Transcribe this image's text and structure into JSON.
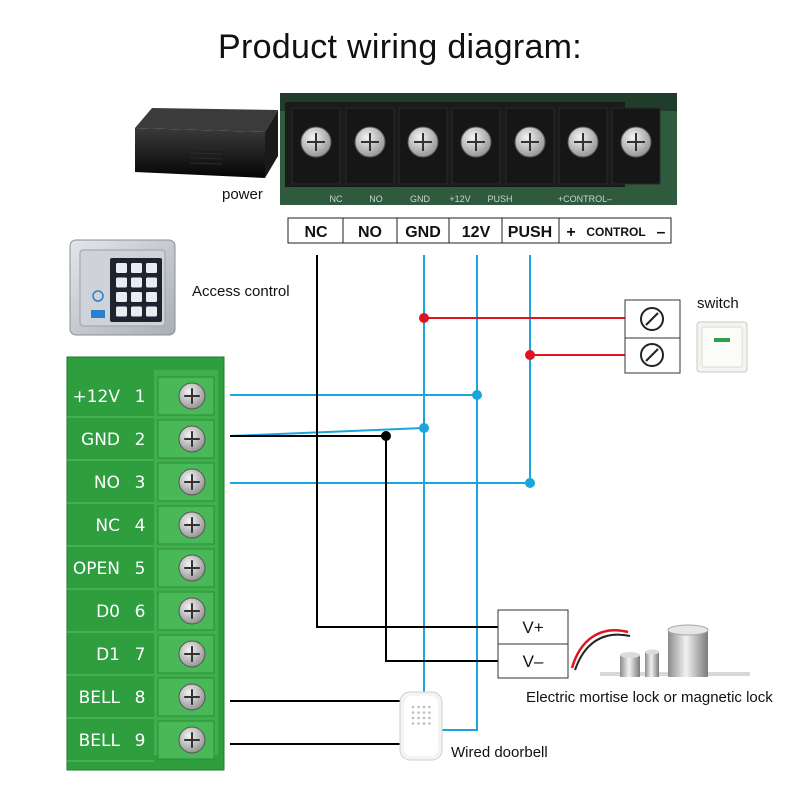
{
  "title": "Product wiring diagram:",
  "captions": {
    "power": "power",
    "access_control": "Access control",
    "switch": "switch",
    "lock": "Electric mortise lock or magnetic lock",
    "doorbell": "Wired doorbell"
  },
  "top_terminals": [
    "NC",
    "NO",
    "GND",
    "12V",
    "PUSH"
  ],
  "control_terminal": {
    "plus": "+",
    "label": "CONTROL",
    "minus": "–"
  },
  "board_silk": [
    "NC",
    "NO",
    "GND",
    "+12V",
    "PUSH",
    "+CONTROL–"
  ],
  "left_terminals": [
    {
      "name": "+12V",
      "num": "1"
    },
    {
      "name": "GND",
      "num": "2"
    },
    {
      "name": "NO",
      "num": "3"
    },
    {
      "name": "NC",
      "num": "4"
    },
    {
      "name": "OPEN",
      "num": "5"
    },
    {
      "name": "D0",
      "num": "6"
    },
    {
      "name": "D1",
      "num": "7"
    },
    {
      "name": "BELL",
      "num": "8"
    },
    {
      "name": "BELL",
      "num": "9"
    }
  ],
  "lock_terminals": [
    "V+",
    "V–"
  ],
  "colors": {
    "black_wire": "#000000",
    "blue_wire": "#1aa6dd",
    "red_wire": "#e0141e",
    "terminal_green": "#2f9e3f"
  }
}
